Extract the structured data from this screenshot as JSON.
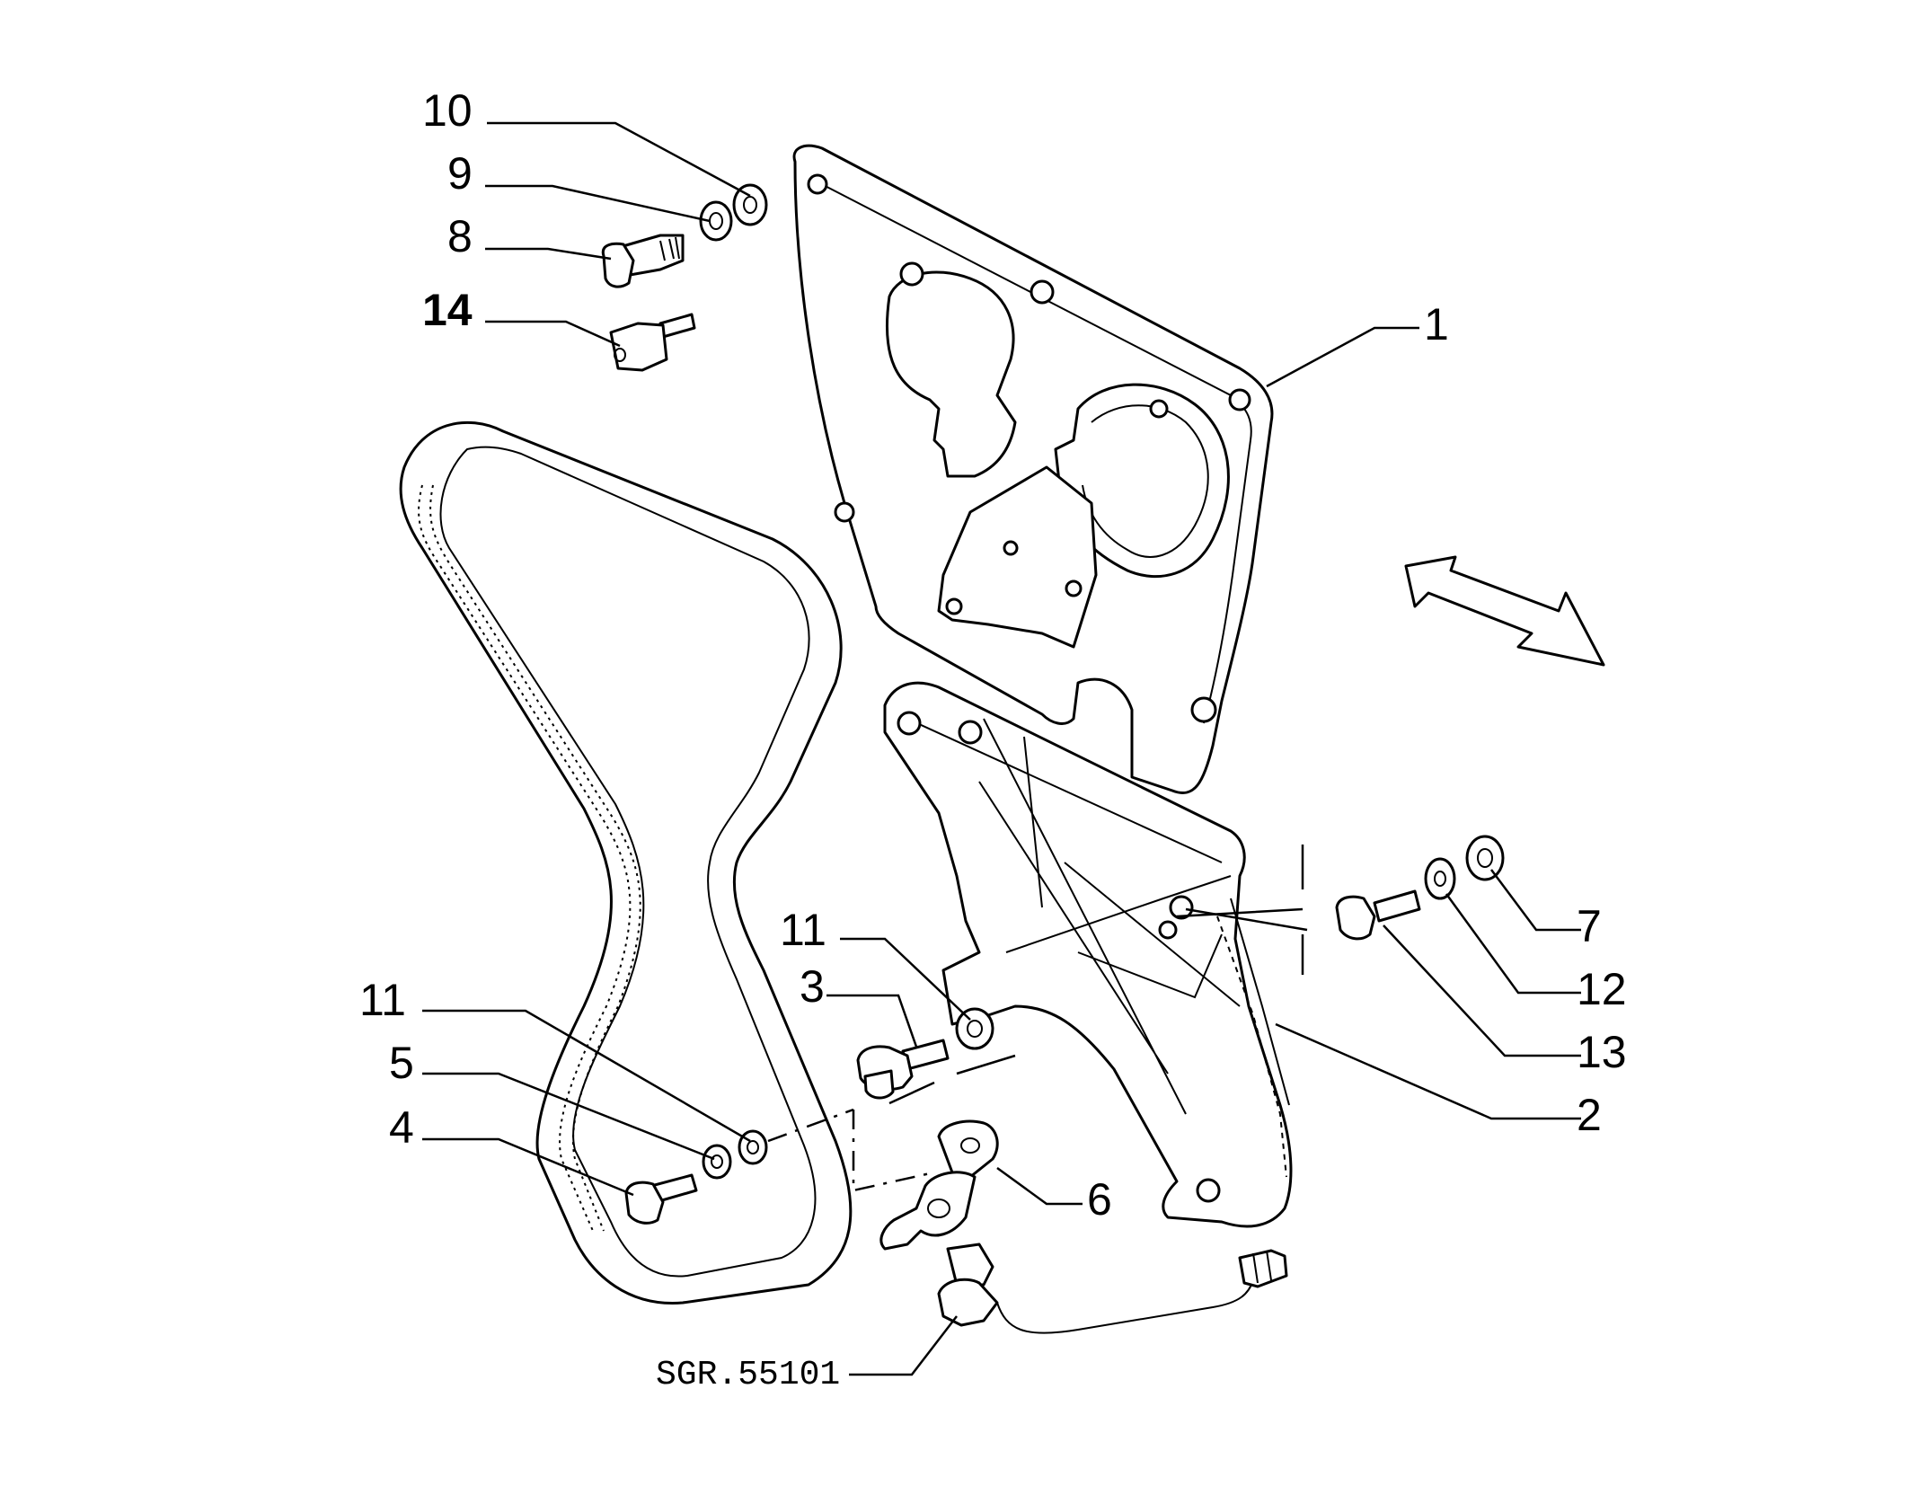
{
  "labels": {
    "l1": "1",
    "l2": "2",
    "l3": "3",
    "l4": "4",
    "l5": "5",
    "l6": "6",
    "l7": "7",
    "l8": "8",
    "l9": "9",
    "l10": "10",
    "l11a": "11",
    "l11b": "11",
    "l12": "12",
    "l13": "13",
    "l14": "14"
  },
  "drawing_ref": "SGR.55101"
}
